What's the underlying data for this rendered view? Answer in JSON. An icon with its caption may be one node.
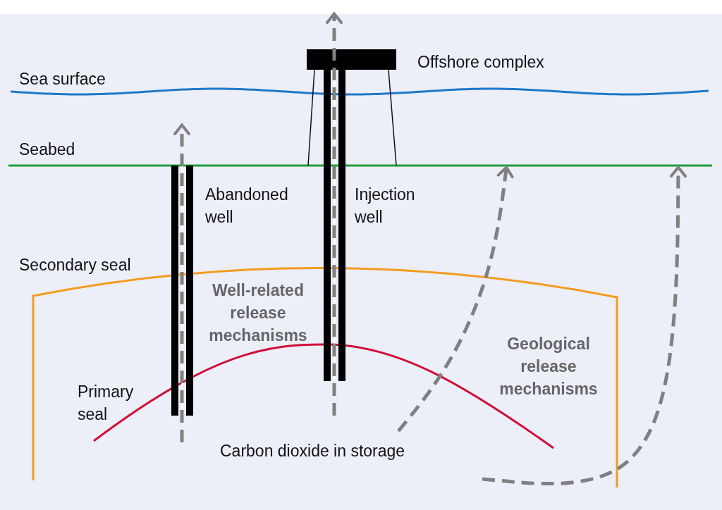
{
  "diagram": {
    "labels": [
      "Sea surface",
      "Offshore complex",
      "Seabed",
      "Abandoned well",
      "Injection well",
      "Secondary seal",
      "Well-related release mechanisms",
      "Geological release mechanisms",
      "Primary seal",
      "Carbon dioxide in storage"
    ]
  }
}
